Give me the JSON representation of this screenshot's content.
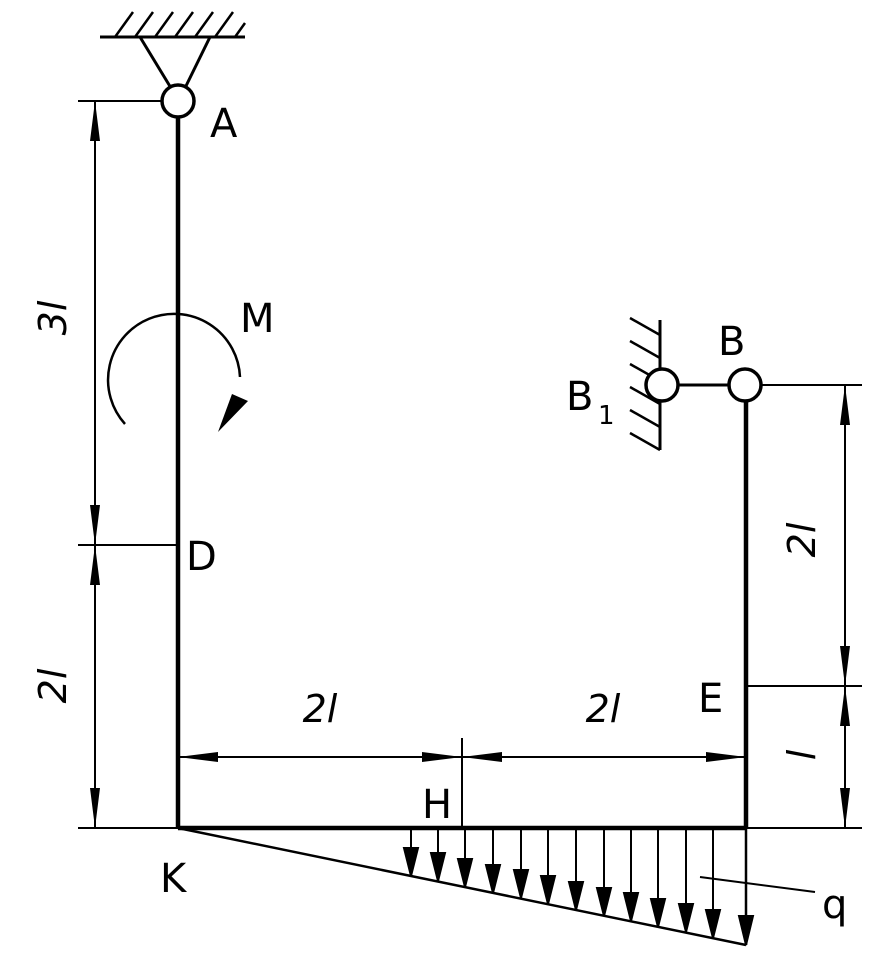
{
  "points": {
    "A": "A",
    "B": "B",
    "B1_main": "B",
    "B1_sub": "1",
    "D": "D",
    "E": "E",
    "H": "H",
    "K": "K"
  },
  "loads": {
    "moment": "M",
    "distributed": "q"
  },
  "dimensions": {
    "AD": "3l",
    "DK": "2l",
    "KH": "2l",
    "HE_bottom": "2l",
    "BE": "2l",
    "E_bottom": "l"
  },
  "colors": {
    "ink": "#000000",
    "background": "#ffffff"
  }
}
